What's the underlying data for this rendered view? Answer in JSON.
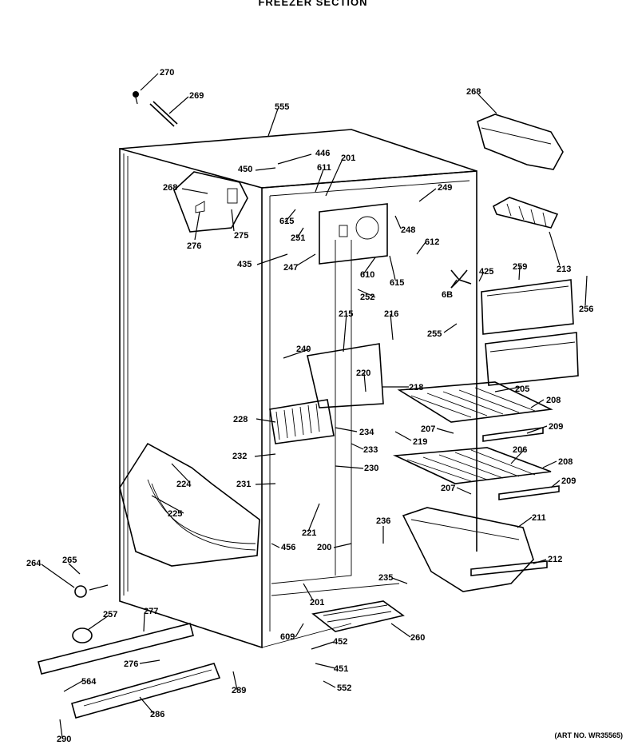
{
  "header": {
    "title": "FREEZER SECTION"
  },
  "footer": {
    "art_number": "(ART NO. WR35565)"
  },
  "callouts": [
    "270",
    "269",
    "555",
    "446",
    "450",
    "201",
    "611",
    "268",
    "276",
    "275",
    "615",
    "251",
    "435",
    "247",
    "610",
    "615",
    "248",
    "249",
    "612",
    "268",
    "213",
    "425",
    "6B",
    "259",
    "256",
    "255",
    "252",
    "215",
    "216",
    "240",
    "220",
    "218",
    "205",
    "208",
    "207",
    "209",
    "228",
    "234",
    "233",
    "219",
    "232",
    "230",
    "206",
    "208",
    "207",
    "209",
    "231",
    "224",
    "225",
    "221",
    "211",
    "212",
    "236",
    "456",
    "200",
    "235",
    "264",
    "265",
    "201",
    "257",
    "277",
    "609",
    "452",
    "260",
    "276",
    "564",
    "451",
    "552",
    "289",
    "286",
    "290"
  ]
}
